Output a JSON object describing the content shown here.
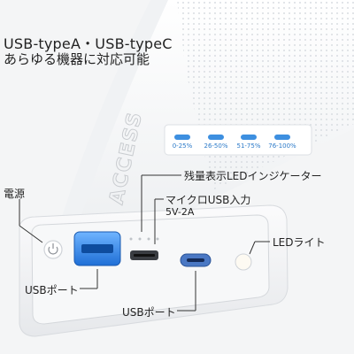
{
  "headline": {
    "line1": "USB-typeA・USB-typeC",
    "line2": "あらゆる機器に対応可能"
  },
  "brand": "ACCESS",
  "levels": [
    "0-25%",
    "26-50%",
    "51-75%",
    "76-100%"
  ],
  "labels": {
    "indicator": "残量表示LEDインジケーター",
    "micro_usb": "マイクロUSB入力",
    "micro_usb_spec": "5V-2A",
    "power": "電源",
    "led_light": "LEDライト",
    "usb_port_a": "USBポート",
    "usb_port_c": "USBポート"
  },
  "colors": {
    "accent": "#3d8fe0",
    "body": "#ffffff",
    "text": "#222222"
  }
}
